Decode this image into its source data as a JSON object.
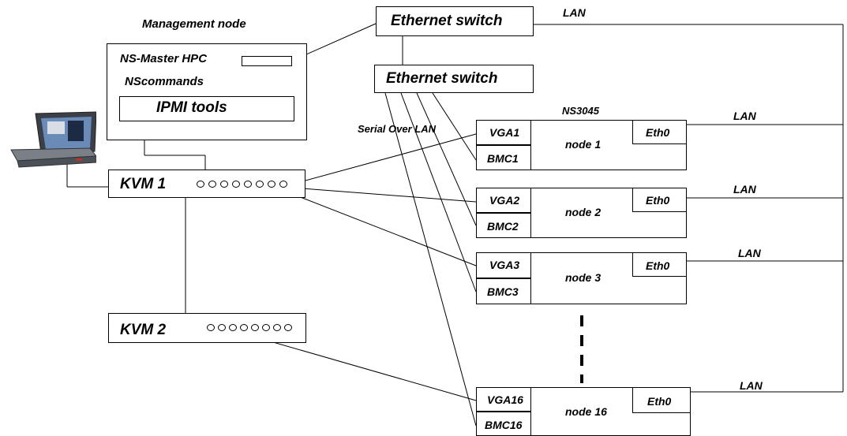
{
  "title_mgmt": "Management node",
  "mgmt": {
    "ns_master": "NS-Master HPC",
    "nscommands": "NScommands",
    "ipmi": "IPMI tools"
  },
  "switch_top": "Ethernet switch",
  "switch_mid": "Ethernet switch",
  "lan_top": "LAN",
  "serial_over_lan": "Serial Over LAN",
  "chassis": "NS3045",
  "kvm1": "KVM 1",
  "kvm2": "KVM 2",
  "nodes": [
    {
      "vga": "VGA1",
      "bmc": "BMC1",
      "name": "node 1",
      "eth": "Eth0",
      "lan": "LAN"
    },
    {
      "vga": "VGA2",
      "bmc": "BMC2",
      "name": "node 2",
      "eth": "Eth0",
      "lan": "LAN"
    },
    {
      "vga": "VGA3",
      "bmc": "BMC3",
      "name": "node 3",
      "eth": "Eth0",
      "lan": "LAN"
    },
    {
      "vga": "VGA16",
      "bmc": "BMC16",
      "name": "node 16",
      "eth": "Eth0",
      "lan": "LAN"
    }
  ],
  "icons": [
    "laptop-console-icon",
    "kvm-port-icon"
  ]
}
